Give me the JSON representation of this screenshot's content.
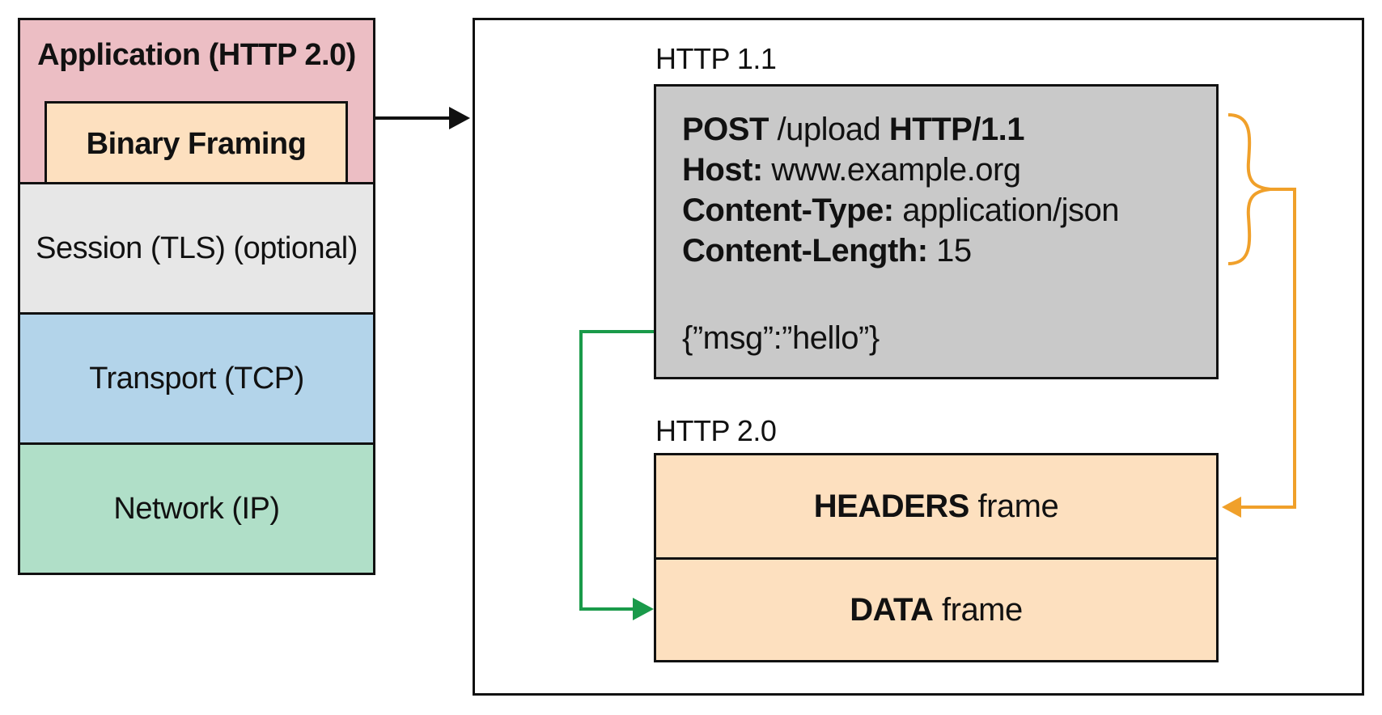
{
  "stack": {
    "application": "Application (HTTP 2.0)",
    "binary_framing": "Binary Framing",
    "session": "Session (TLS) (optional)",
    "transport": "Transport (TCP)",
    "network": "Network (IP)"
  },
  "http11": {
    "title": "HTTP 1.1",
    "request_line": {
      "method": "POST",
      "path": " /upload ",
      "version": "HTTP/1.1"
    },
    "headers": [
      {
        "name": "Host:",
        "value": " www.example.org"
      },
      {
        "name": "Content-Type:",
        "value": " application/json"
      },
      {
        "name": "Content-Length:",
        "value": " 15"
      }
    ],
    "body": "{”msg”:”hello”}"
  },
  "http20": {
    "title": "HTTP 2.0",
    "frames": [
      {
        "type": "HEADERS",
        "suffix": " frame"
      },
      {
        "type": "DATA",
        "suffix": " frame"
      }
    ]
  },
  "colors": {
    "application": "#ecbec4",
    "binary_framing": "#fde0bf",
    "session": "#e7e7e7",
    "transport": "#b3d4ea",
    "network": "#b0dfc8",
    "http11_box": "#c9c9c9",
    "frames": "#fde0bf",
    "headers_arrow": "#f0a02a",
    "data_arrow": "#1a9a4a"
  }
}
